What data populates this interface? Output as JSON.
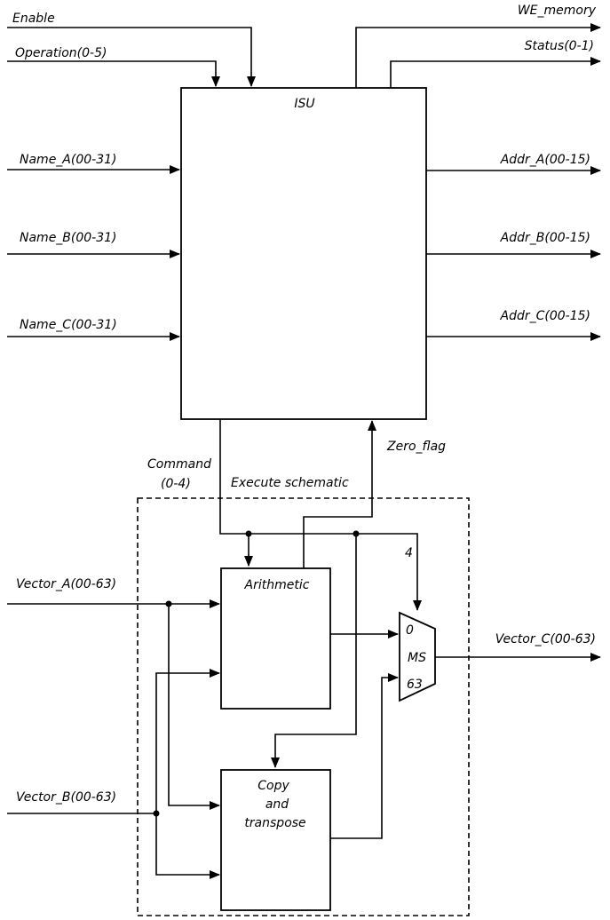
{
  "isu": {
    "title": "ISU",
    "inputs": {
      "enable": "Enable",
      "operation": "Operation(0-5)",
      "name_a": "Name_A(00-31)",
      "name_b": "Name_B(00-31)",
      "name_c": "Name_C(00-31)"
    },
    "outputs": {
      "we_memory": "WE_memory",
      "status": "Status(0-1)",
      "addr_a": "Addr_A(00-15)",
      "addr_b": "Addr_B(00-15)",
      "addr_c": "Addr_C(00-15)"
    },
    "command_line1": "Command",
    "command_line2": "(0-4)",
    "zero_flag": "Zero_flag"
  },
  "execute": {
    "title": "Execute schematic",
    "vector_a": "Vector_A(00-63)",
    "vector_b": "Vector_B(00-63)",
    "vector_c": "Vector_C(00-63)",
    "arithmetic": "Arithmetic",
    "copy_line1": "Copy",
    "copy_line2": "and",
    "copy_line3": "transpose",
    "mux": {
      "in0": "0",
      "name": "MS",
      "in63": "63",
      "select_width": "4"
    }
  }
}
